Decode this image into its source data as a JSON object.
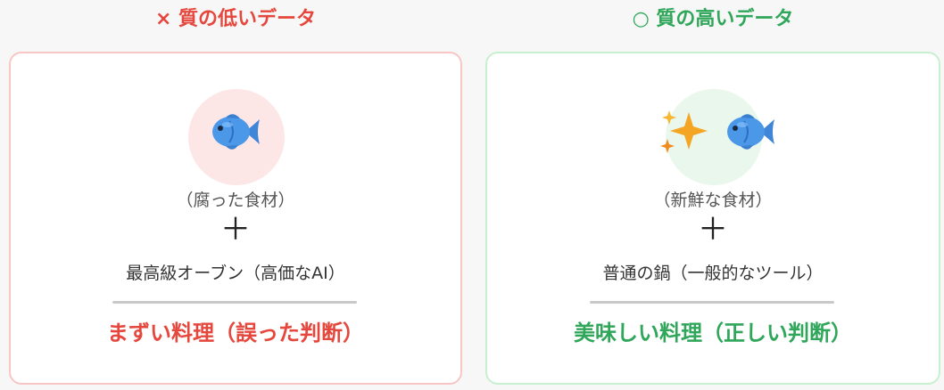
{
  "bad": {
    "heading": "× 質の低いデータ",
    "ingredient": "（腐った食材）",
    "plus": "＋",
    "tool": "最高級オーブン（高価なAI）",
    "result": "まずい料理（誤った判断）",
    "icons": [
      "fish-icon"
    ]
  },
  "good": {
    "heading": "○ 質の高いデータ",
    "ingredient": "（新鮮な食材）",
    "plus": "＋",
    "tool": "普通の鍋（一般的なツール）",
    "result": "美味しい料理（正しい判断）",
    "icons": [
      "sparkles-icon",
      "fish-icon"
    ]
  },
  "colors": {
    "bad_accent": "#e5473d",
    "good_accent": "#2fa659",
    "bad_border": "#f7c6c5",
    "good_border": "#c6f0cf"
  }
}
